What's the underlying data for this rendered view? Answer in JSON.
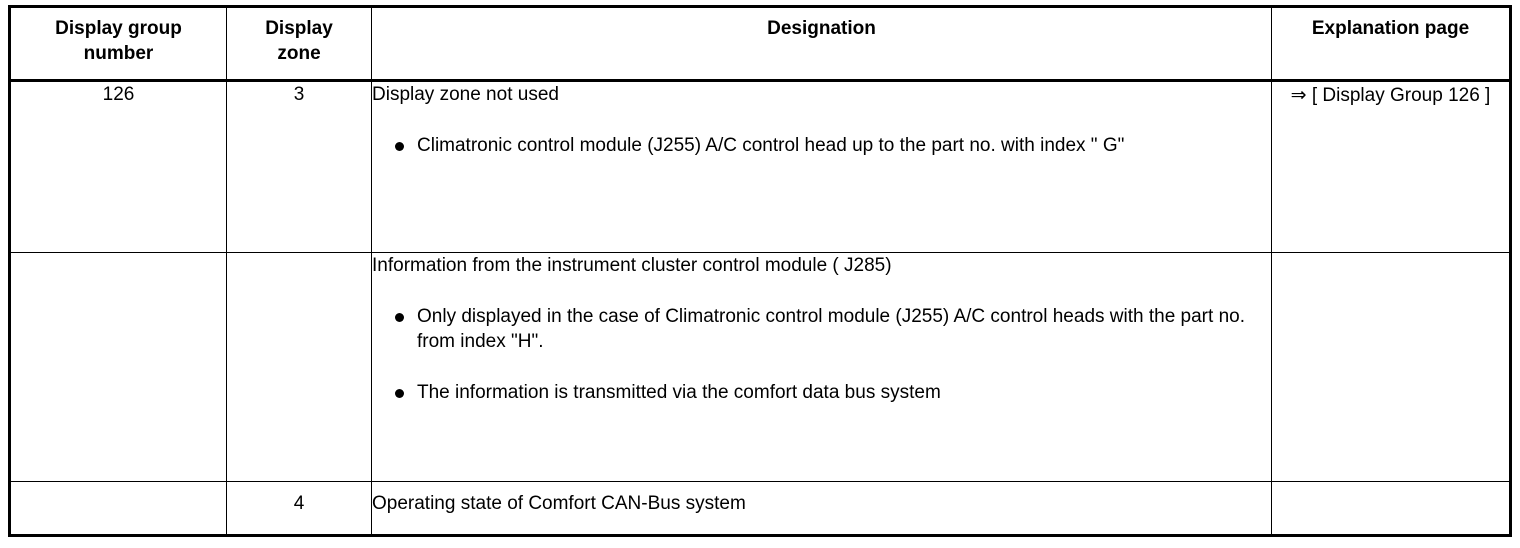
{
  "table": {
    "columns": [
      {
        "key": "group_number",
        "header": "Display group\nnumber"
      },
      {
        "key": "zone",
        "header": "Display\nzone"
      },
      {
        "key": "designation",
        "header": "Designation"
      },
      {
        "key": "explanation",
        "header": "Explanation page"
      }
    ],
    "header": {
      "display_group_number_line1": "Display group",
      "display_group_number_line2": "number",
      "display_zone_line1": "Display",
      "display_zone_line2": "zone",
      "designation": "Designation",
      "explanation_page": "Explanation page"
    },
    "rows": [
      {
        "group_number": "126",
        "zone": "3",
        "designation_lead": "Display zone not used",
        "designation_bullets": [
          "Climatronic control module (J255) A/C control head up to the part no. with index \" G\""
        ],
        "explanation_arrow": "⇒",
        "explanation_text": "[ Display Group 126 ]"
      },
      {
        "group_number": "",
        "zone": "",
        "designation_lead": "Information from the instrument cluster control module ( J285)",
        "designation_bullets": [
          "Only displayed in the case of Climatronic control module (J255) A/C control heads with the part no. from index \"H\".",
          "The information is transmitted via the comfort data bus system"
        ],
        "explanation_arrow": "",
        "explanation_text": ""
      },
      {
        "group_number": "",
        "zone": "4",
        "designation_lead": "Operating state of Comfort CAN-Bus system",
        "designation_bullets": [],
        "explanation_arrow": "",
        "explanation_text": ""
      }
    ]
  },
  "style": {
    "text_color": "#000000",
    "background_color": "#ffffff",
    "border_color": "#000000"
  }
}
